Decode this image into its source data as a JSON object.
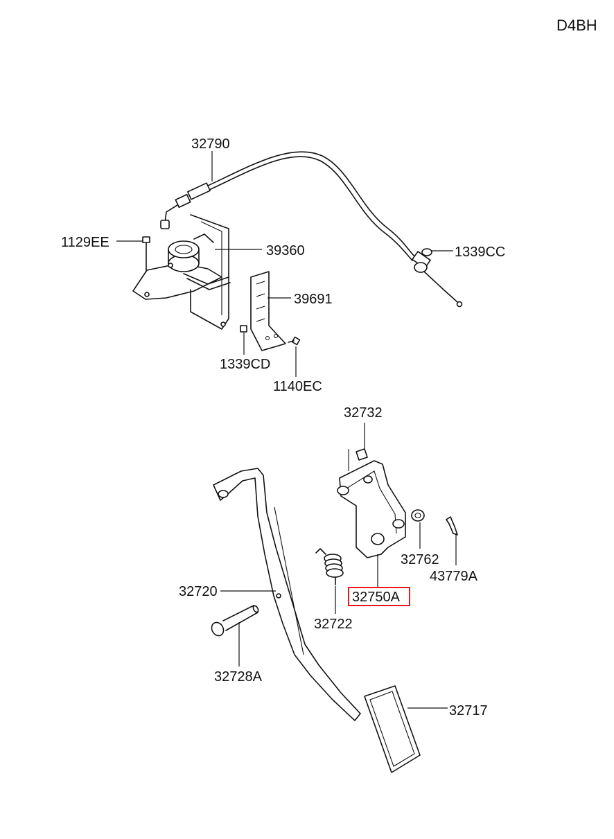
{
  "diagram_code": "D4BH",
  "parts": {
    "p32790": "32790",
    "p1129EE": "1129EE",
    "p39360": "39360",
    "p39691": "39691",
    "p1339CC": "1339CC",
    "p1339CD": "1339CD",
    "p1140EC": "1140EC",
    "p32732": "32732",
    "p32720": "32720",
    "p32762": "32762",
    "p43779A": "43779A",
    "p32750A": "32750A",
    "p32722": "32722",
    "p32728A": "32728A",
    "p32717": "32717"
  },
  "highlighted_part": "32750A",
  "colors": {
    "highlight": "#e8191a",
    "line": "#111111"
  }
}
